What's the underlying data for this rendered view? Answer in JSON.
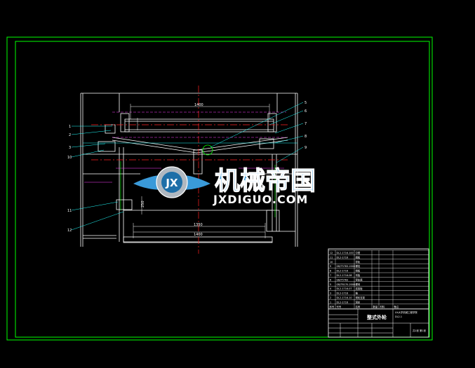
{
  "drawing": {
    "dimensions": {
      "top_width": "1400",
      "bottom_inner": "1350",
      "bottom_outer": "1400",
      "side_height": "250"
    },
    "callouts_left": [
      "1",
      "2",
      "3",
      "10",
      "11",
      "12"
    ],
    "callouts_right": [
      "5",
      "6",
      "7",
      "8",
      "9"
    ]
  },
  "watermark": {
    "logo_letters": "JX",
    "cn_text": "机械帝国",
    "en_text": "JXDIGUO.COM"
  },
  "title_block": {
    "parts_rows": [
      {
        "no": "12",
        "code": "DL2-1716-100",
        "name": "中框"
      },
      {
        "no": "11",
        "code": "DL2-1716",
        "name": "端板"
      },
      {
        "no": "10",
        "code": "",
        "name": "导轨"
      },
      {
        "no": "9",
        "code": "GB/T5783-2000",
        "name": "螺栓"
      },
      {
        "no": "8",
        "code": "DL2-1716",
        "name": "侧板"
      },
      {
        "no": "7",
        "code": "DL2-1716-08",
        "name": "吊板"
      },
      {
        "no": "6",
        "code": "GB/T5783",
        "name": "导轨座"
      },
      {
        "no": "5",
        "code": "GB/T6170-2000",
        "name": "螺母"
      },
      {
        "no": "4",
        "code": "DL2-1716-07",
        "name": "连接板"
      },
      {
        "no": "3",
        "code": "DL2-1716",
        "name": "轴"
      },
      {
        "no": "2",
        "code": "DL2-1716-10",
        "name": "滚轮支架"
      },
      {
        "no": "1",
        "code": "DL2-1716",
        "name": "滚轮"
      }
    ],
    "header_labels": [
      "序号",
      "代号",
      "名称",
      "数量",
      "材料",
      "备注"
    ],
    "title": "整式外轮",
    "school": "XX大学机械工程学院",
    "drawing_no": "DL2-1",
    "sheet_label": "共1张 第1张"
  },
  "colors": {
    "background": "#000000",
    "frame": "#00ff00",
    "geometry": "#ffffff",
    "centerline": "#ff2020",
    "dimension": "#ffffff",
    "hidden": "#ff40ff",
    "accent": "#20ffff",
    "watermark_blue": "#3a9ad9",
    "watermark_gray": "#b0b8c0"
  }
}
